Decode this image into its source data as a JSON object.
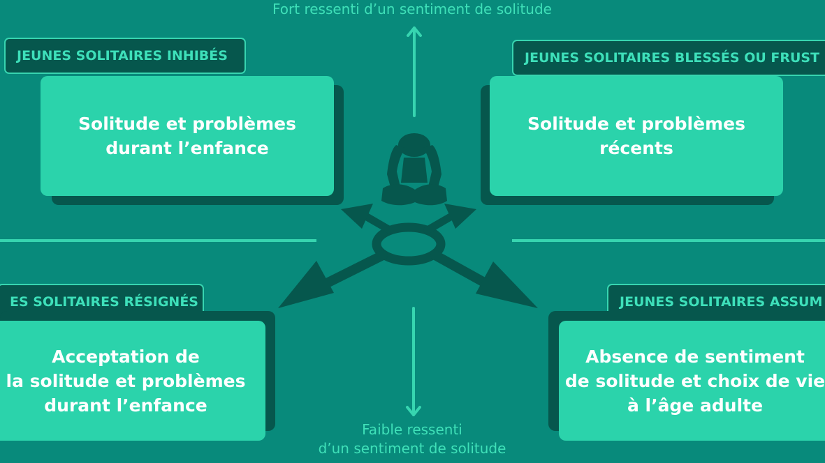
{
  "axis": {
    "top": "Fort ressenti d’un sentiment de solitude",
    "bottom": [
      "Faible ressenti",
      "d’un sentiment de solitude"
    ]
  },
  "quadrants": {
    "top_left": {
      "tag": "JEUNES SOLITAIRES INHIBÉS",
      "lines": [
        "Solitude et problèmes",
        "durant l’enfance"
      ]
    },
    "top_right": {
      "tag": "JEUNES SOLITAIRES BLESSÉS OU FRUST",
      "lines": [
        "Solitude et problèmes",
        "récents"
      ]
    },
    "bottom_left": {
      "tag": "ES SOLITAIRES RÉSIGNÉS",
      "lines": [
        "Acceptation de",
        "la solitude et problèmes",
        "durant l’enfance"
      ]
    },
    "bottom_right": {
      "tag": "JEUNES SOLITAIRES ASSUM",
      "lines": [
        "Absence de sentiment",
        "de solitude et choix de vie",
        "à l’âge adulte"
      ]
    }
  },
  "icons": {
    "center_figure": "seated-person-icon",
    "arrows": "roundabout-arrows-icon"
  },
  "colors": {
    "background": "#088a7b",
    "card": "#2bd3ab",
    "dark": "#06574d",
    "accent": "#3fe0b8",
    "text": "#ffffff"
  }
}
